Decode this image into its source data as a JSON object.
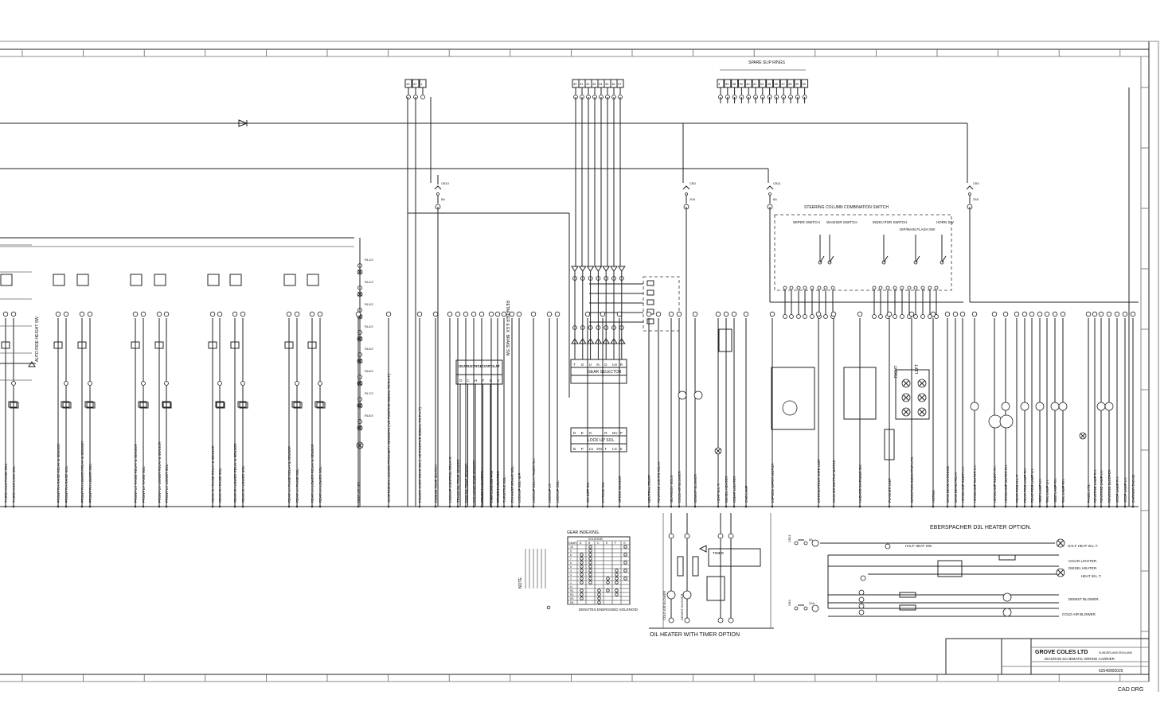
{
  "drawing": {
    "company": "GROVE COLES LTD",
    "location": "SUNDERLAND ENGLAND",
    "title": "DIAGRAM SCHEMATIC WIRING CARRIER",
    "drawing_number": "62549905025",
    "cad_note": "CAD DRG"
  },
  "top_section": {
    "spare_slip_rings": "SPARE SLIP RINGS",
    "slip_rings_left": [
      "43",
      "42",
      "1"
    ],
    "slip_rings_mid": [
      "30",
      "31",
      "32",
      "33",
      "34",
      "35",
      "36",
      "37"
    ],
    "slip_rings_right": [
      "3",
      "33",
      "38",
      "39",
      "40",
      "41",
      "44",
      "45",
      "46",
      "47",
      "48",
      "49",
      "50"
    ]
  },
  "breakers": [
    {
      "name": "CB10",
      "rating": "8A"
    },
    {
      "name": "CB3",
      "rating": "20A"
    },
    {
      "name": "CB11",
      "rating": "8A"
    },
    {
      "name": "CB4",
      "rating": "25A"
    }
  ],
  "relays": [
    "RL1/2",
    "RL2/2",
    "RL3/2",
    "RL4/2",
    "RL5/2",
    "RL6/2",
    "RL7/2",
    "RL8/2"
  ],
  "blocks": {
    "auto_ride": "AUTO RIDE HEIGHT SW.",
    "retarder": "RETARDER & EX. BRAKE SW.",
    "ecu": "DEUTZ ELECTRONIC CONTROL UNIT",
    "ecu_pins": [
      "G",
      "C",
      "H",
      "F",
      "B",
      "E"
    ],
    "gear_selector": "GEAR SELECTOR",
    "gear_selector_pins": [
      "T",
      "G",
      "U",
      "N",
      "D",
      "LN",
      "R"
    ],
    "lockup_sol": "LOCK UP SOL.",
    "lockup_top": [
      "D",
      "E",
      "G",
      "",
      "R",
      "DU",
      "P"
    ],
    "lockup_bottom": [
      "B",
      "P",
      "LU",
      "DN",
      "T",
      "LG",
      "K"
    ],
    "steering": "STEERING COLUMN COMBINATION SWITCH",
    "wiper": "WIPER SWITCH",
    "washer": "WASHER SWITCH",
    "indicator": "INDICATOR SWITCH",
    "dipmain": "DIP/MAIN FLASH SW",
    "horn": "HORN SW",
    "left_label": "LEFT",
    "right_label": "RIGHT"
  },
  "bottom_labels": [
    "THIRD AXLE RAISE SOL.",
    "THIRD AXLE LOW SOL.",
    "FRONT RH RAISE RELAY & SENSOR",
    "FRONT RH RAISE SOL.",
    "FRONT RH LOWER RELAY & SENSOR",
    "FRONT RH LOWER SOL.",
    "FRONT LH RAISE RELAY & SENSOR",
    "FRONT LH RAISE SOL.",
    "FRONT LH LOWER RELAY & SENSOR",
    "FRONT LH LOWER SOL.",
    "REAR RH RAISE RELAY & SENSOR",
    "REAR RH RAISE SOL.",
    "REAR RH LOWER RELAY & SENSOR",
    "REAR RH LOWER SOL.",
    "REAR LH RAISE RELAY & SENSOR",
    "REAR LH RAISE SOL.",
    "REAR LH LOWER RELAY & SENSOR",
    "REAR LH LOWER SOL.",
    "RIDE HT. SEL.",
    "SUSPENSION LOCKED PROXIMITY SENSORS (-VE POSITIVE SIGNAL TO P.A.T.)",
    "POWER OVER REAR SW.(+VE POSITIVE SIGNAL TO P.A.T.)",
    "ENGINE TEMP SWITCH",
    "LOCKUP CONTROL RELAYS",
    "TRANS OIL TEMP SENDER",
    "ENG OIL TEMP SENDER",
    "CYL HEAD TEMP SENDER",
    "STAGE 1 LOUVRES",
    "ENG COOLING FAN",
    "STAGE 2 LOUVRES",
    "THROTTLE SOL.",
    "EXHAUST BRAKE SOL.",
    "LOCKUP SOL. M.F.",
    "LOCKUP DELAY TIMER RLY.",
    "LOCKUP LT.",
    "LOCKUP SOL.",
    "ON DIFF SW.",
    "EXTEND SW.",
    "SPEED SENSOR",
    "NEUTRAL START",
    "REVERSE LIGHTS RELAY",
    "GEARBOX SOLS.",
    "COLD AIR BLOWER",
    "DEMIST BLOWER",
    "HEAT W.L.T.",
    "DIESEL HEATER",
    "CIGAR LIGHTER",
    "CAB LAMP",
    "2SPEED WIPER MOTOR",
    "INTERMITTENT WIPE UNIT",
    "WASHER BOTTLE MOTOR",
    "HAZARD WARNING SW.",
    "FLASHER UNIT",
    "DIRECTION INDICATOR LTS.",
    "HORNS",
    "MAIN BEAM WARNING",
    "MAIN BEAM RELAY",
    "HEADLAMP INNER LH.",
    "HEADLAMP OUTER LH.",
    "HEADLAMP INNER RH.",
    "HEADLAMP OUTER RH.",
    "REAR FOG W.L.T.",
    "REAR FOG LAMP RH.",
    "REAR FOG LAMP LH.",
    "SIDE LAMP LH.",
    "TAIL LAMP LH.",
    "SIDE LAMP RH.",
    "TAIL LAMP RH.",
    "PANEL LTS.",
    "REVERSE LAMP RH.",
    "REVERSE LAMP LH.",
    "REVERSE BLEEPER",
    "STOP LAMP RH.",
    "STOP LAMP LH.",
    "CARRIER TACHO"
  ],
  "gear_table": {
    "title": "GEAR INDEXING.",
    "solenoid_header": "SOLENOID",
    "gear_header": "GEAR",
    "columns": [
      "A",
      "B",
      "C",
      "E",
      "F",
      "G"
    ],
    "rows": [
      {
        "gear": "10",
        "on": [
          "B",
          "G"
        ]
      },
      {
        "gear": "9",
        "on": [
          "B"
        ]
      },
      {
        "gear": "8",
        "on": [
          "A",
          "B",
          "G"
        ]
      },
      {
        "gear": "7",
        "on": [
          "A",
          "B"
        ]
      },
      {
        "gear": "6",
        "on": [
          "A",
          "B",
          "G"
        ]
      },
      {
        "gear": "5",
        "on": [
          "A",
          "B"
        ]
      },
      {
        "gear": "4",
        "on": [
          "A",
          "B",
          "F",
          "G"
        ]
      },
      {
        "gear": "3",
        "on": [
          "A",
          "B",
          "F"
        ]
      },
      {
        "gear": "2",
        "on": [
          "A",
          "B",
          "E",
          "F",
          "G"
        ]
      },
      {
        "gear": "1",
        "on": [
          "A",
          "B",
          "E",
          "F"
        ]
      },
      {
        "gear": "N",
        "on": []
      },
      {
        "gear": "R1",
        "on": [
          "A",
          "C",
          "E",
          "F"
        ]
      },
      {
        "gear": "R2",
        "on": [
          "A",
          "C",
          "F"
        ]
      },
      {
        "gear": "R3",
        "on": [
          "A",
          "C"
        ]
      },
      {
        "gear": "R4",
        "on": [
          "C"
        ]
      }
    ],
    "note": "NOTE.",
    "legend": "DENOTES ENERGISED SOLENOID"
  },
  "oil_heater": {
    "title": "OIL HEATER WITH TIMER OPTION",
    "timer": "TIMER",
    "cold_air": "COLD AIR BLOWER",
    "demist": "DEMIST BLOWER"
  },
  "eberspacher": {
    "title": "EBERSPACHER D3L HEATER OPTION.",
    "half_heat_sw": "HALF HEAT SW.",
    "half_heat_wlt": "HALF HEAT W.L.T.",
    "cigar": "CIGAR LIGHTER.",
    "diesel": "DIESEL HEATER.",
    "heat_wlt": "HEAT W.L.T.",
    "demist": "DEMIST BLOWER.",
    "cold_air": "COLD AIR BLOWER.",
    "cb_top": "CB11",
    "cb_top_rating": "8A",
    "cb_bot": "CB3",
    "cb_bot_rating": "20A"
  }
}
